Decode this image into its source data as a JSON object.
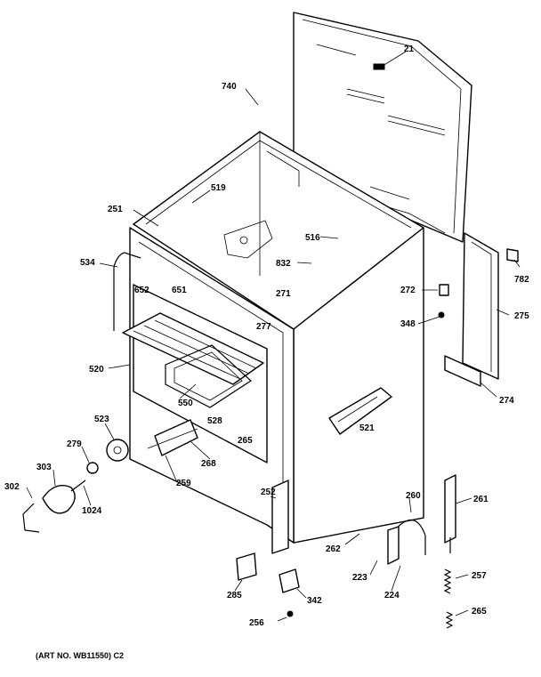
{
  "caption": "(ART NO. WB11550) C2",
  "callouts": [
    {
      "id": "c21",
      "text": "21"
    },
    {
      "id": "c740",
      "text": "740"
    },
    {
      "id": "c519",
      "text": "519"
    },
    {
      "id": "c251",
      "text": "251"
    },
    {
      "id": "c516",
      "text": "516"
    },
    {
      "id": "c534",
      "text": "534"
    },
    {
      "id": "c832",
      "text": "832"
    },
    {
      "id": "c782",
      "text": "782"
    },
    {
      "id": "c652",
      "text": "652"
    },
    {
      "id": "c651",
      "text": "651"
    },
    {
      "id": "c271",
      "text": "271"
    },
    {
      "id": "c272",
      "text": "272"
    },
    {
      "id": "c277",
      "text": "277"
    },
    {
      "id": "c275",
      "text": "275"
    },
    {
      "id": "c348",
      "text": "348"
    },
    {
      "id": "c520",
      "text": "520"
    },
    {
      "id": "c274",
      "text": "274"
    },
    {
      "id": "c550",
      "text": "550"
    },
    {
      "id": "c528",
      "text": "528"
    },
    {
      "id": "c523",
      "text": "523"
    },
    {
      "id": "c521",
      "text": "521"
    },
    {
      "id": "c279",
      "text": "279"
    },
    {
      "id": "c265a",
      "text": "265"
    },
    {
      "id": "c303",
      "text": "303"
    },
    {
      "id": "c268",
      "text": "268"
    },
    {
      "id": "c259",
      "text": "259"
    },
    {
      "id": "c302",
      "text": "302"
    },
    {
      "id": "c252",
      "text": "252"
    },
    {
      "id": "c260",
      "text": "260"
    },
    {
      "id": "c261",
      "text": "261"
    },
    {
      "id": "c1024",
      "text": "1024"
    },
    {
      "id": "c262",
      "text": "262"
    },
    {
      "id": "c223",
      "text": "223"
    },
    {
      "id": "c257",
      "text": "257"
    },
    {
      "id": "c224",
      "text": "224"
    },
    {
      "id": "c285",
      "text": "285"
    },
    {
      "id": "c342",
      "text": "342"
    },
    {
      "id": "c265b",
      "text": "265"
    },
    {
      "id": "c256",
      "text": "256"
    }
  ]
}
